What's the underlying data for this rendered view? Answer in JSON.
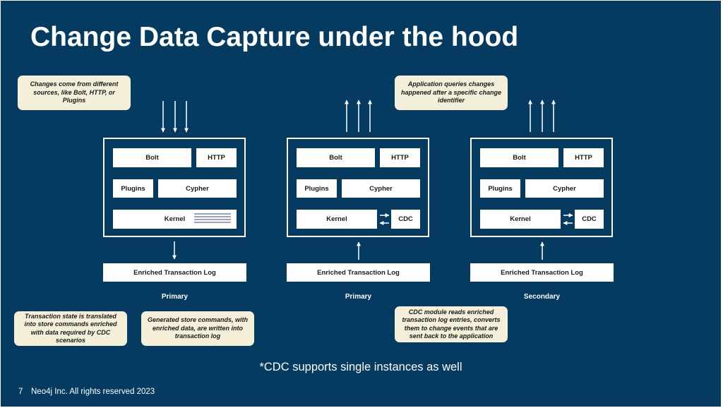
{
  "title": "Change Data Capture under the hood",
  "callouts": {
    "sources": "Changes come from different sources, like Bolt, HTTP, or Plugins",
    "queries": "Application queries changes happened after a specific change identifier",
    "translate": "Transaction state is translated into store commands enriched with data required by CDC scenarios",
    "store": "Generated store commands, with enriched data, are written into transaction log",
    "module": "CDC module reads enriched transaction log entries, converts them to change events that are sent back to the application"
  },
  "panels": [
    {
      "bolt": "Bolt",
      "http": "HTTP",
      "plugins": "Plugins",
      "cypher": "Cypher",
      "kernel": "Kernel",
      "cdc": "",
      "log": "Enriched Transaction Log",
      "role": "Primary"
    },
    {
      "bolt": "Bolt",
      "http": "HTTP",
      "plugins": "Plugins",
      "cypher": "Cypher",
      "kernel": "Kernel",
      "cdc": "CDC",
      "log": "Enriched Transaction Log",
      "role": "Primary"
    },
    {
      "bolt": "Bolt",
      "http": "HTTP",
      "plugins": "Plugins",
      "cypher": "Cypher",
      "kernel": "Kernel",
      "cdc": "CDC",
      "log": "Enriched Transaction Log",
      "role": "Secondary"
    }
  ],
  "footnote": "*CDC supports single instances as well",
  "footer": {
    "page": "7",
    "copyright": "Neo4j Inc. All rights reserved 2023"
  }
}
